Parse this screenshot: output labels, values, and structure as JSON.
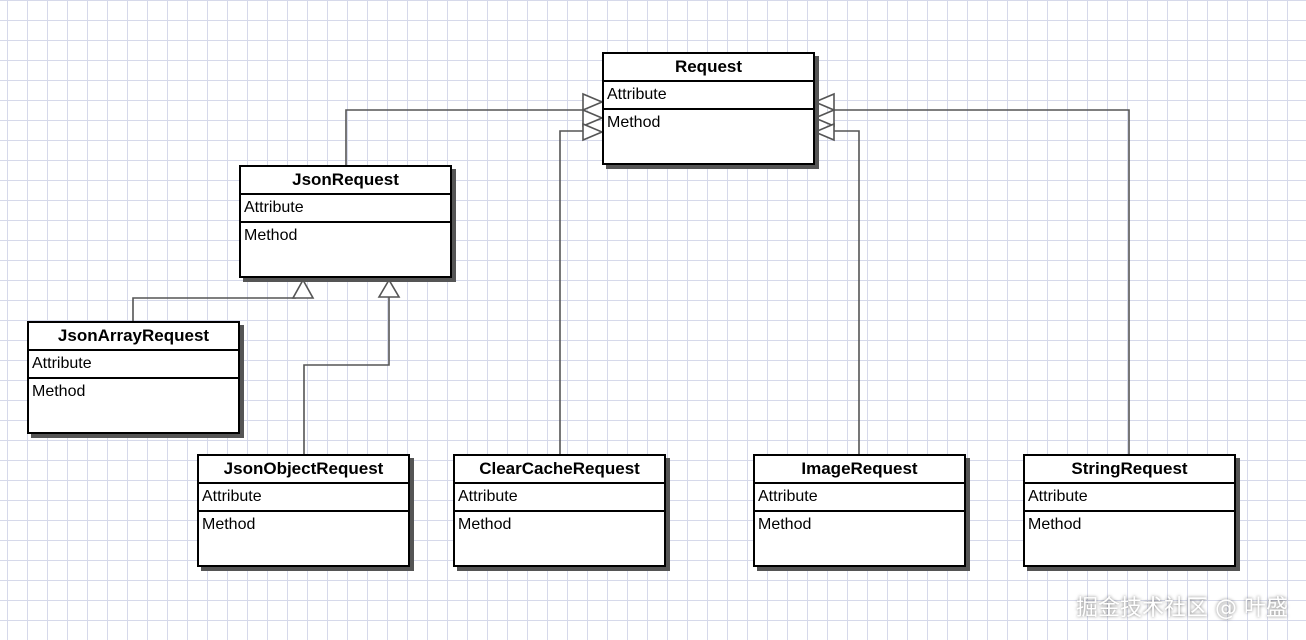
{
  "diagram": {
    "classes": {
      "request": {
        "name": "Request",
        "attribute": "Attribute",
        "method": "Method"
      },
      "json_request": {
        "name": "JsonRequest",
        "attribute": "Attribute",
        "method": "Method"
      },
      "json_array_request": {
        "name": "JsonArrayRequest",
        "attribute": "Attribute",
        "method": "Method"
      },
      "json_object_request": {
        "name": "JsonObjectRequest",
        "attribute": "Attribute",
        "method": "Method"
      },
      "clear_cache_request": {
        "name": "ClearCacheRequest",
        "attribute": "Attribute",
        "method": "Method"
      },
      "image_request": {
        "name": "ImageRequest",
        "attribute": "Attribute",
        "method": "Method"
      },
      "string_request": {
        "name": "StringRequest",
        "attribute": "Attribute",
        "method": "Method"
      }
    },
    "relations": [
      {
        "from": "JsonRequest",
        "to": "Request",
        "type": "inheritance"
      },
      {
        "from": "ClearCacheRequest",
        "to": "Request",
        "type": "inheritance"
      },
      {
        "from": "ImageRequest",
        "to": "Request",
        "type": "inheritance"
      },
      {
        "from": "StringRequest",
        "to": "Request",
        "type": "inheritance"
      },
      {
        "from": "JsonArrayRequest",
        "to": "JsonRequest",
        "type": "inheritance"
      },
      {
        "from": "JsonObjectRequest",
        "to": "JsonRequest",
        "type": "inheritance"
      }
    ]
  },
  "watermark": "掘金技术社区 @ 叶盛"
}
